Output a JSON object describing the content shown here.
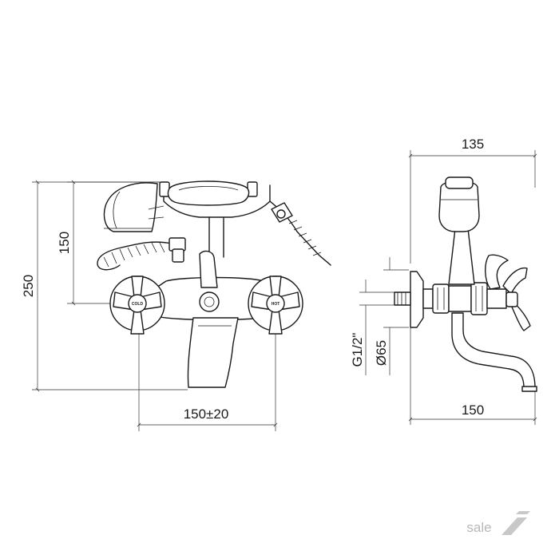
{
  "dimensions": {
    "front_total_height": "250",
    "front_upper_height": "150",
    "front_center_spacing": "150±20",
    "side_depth": "135",
    "side_spout_reach": "150",
    "side_thread": "G1/2\"",
    "side_flange_diameter": "Ø65"
  },
  "knobs": {
    "left_label": "COLD",
    "right_label": "HOT"
  },
  "watermark": {
    "text": "sale"
  },
  "colors": {
    "line": "#1a1a1a",
    "watermark": "#b8b8b8"
  }
}
